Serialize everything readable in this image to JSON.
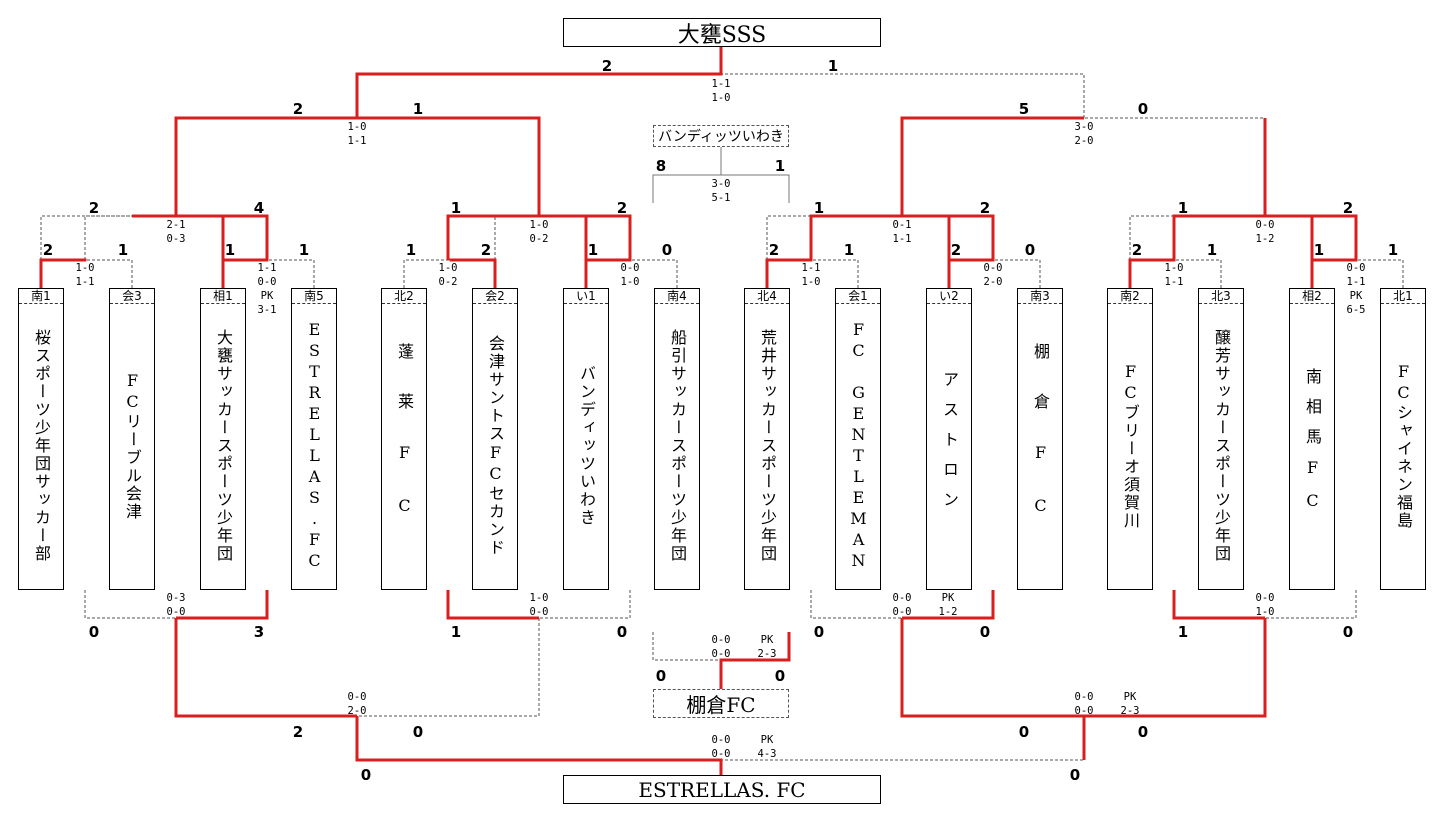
{
  "champion": "大甕SSS",
  "runner_up": "ESTRELLAS. FC",
  "third_place": "棚倉FC",
  "fourth_place": "バンディッツいわき",
  "teams": [
    {
      "code": "南1",
      "name": "桜スポーツ少年団サッカー部"
    },
    {
      "code": "会3",
      "name": "FCリーブル会津"
    },
    {
      "code": "相1",
      "name": "大甕サッカースポーツ少年団"
    },
    {
      "code": "南5",
      "name": "ESTRELLAS.FC"
    },
    {
      "code": "北2",
      "name": "蓬莱FC"
    },
    {
      "code": "会2",
      "name": "会津サントスFCセカンド"
    },
    {
      "code": "い1",
      "name": "バンディッツいわき"
    },
    {
      "code": "南4",
      "name": "船引サッカースポーツ少年団"
    },
    {
      "code": "北4",
      "name": "荒井サッカースポーツ少年団"
    },
    {
      "code": "会1",
      "name": "FC GENTLEMAN"
    },
    {
      "code": "い2",
      "name": "アストロン"
    },
    {
      "code": "南3",
      "name": "棚倉FC"
    },
    {
      "code": "南2",
      "name": "FCブリーオ須賀川"
    },
    {
      "code": "北3",
      "name": "醸芳サッカースポーツ少年団"
    },
    {
      "code": "相2",
      "name": "南相馬FC"
    },
    {
      "code": "北1",
      "name": "FCシャイネン福島"
    }
  ],
  "numbers": [
    "2",
    "1",
    "2",
    "1",
    "5",
    "0",
    "8",
    "1",
    "2",
    "4",
    "1",
    "2",
    "1",
    "2",
    "1",
    "2",
    "2",
    "1",
    "1",
    "1",
    "1",
    "2",
    "1",
    "0",
    "2",
    "1",
    "2",
    "0",
    "2",
    "1",
    "1",
    "1",
    "0",
    "3",
    "1",
    "0",
    "0",
    "0",
    "1",
    "0",
    "0",
    "0",
    "2",
    "0",
    "0",
    "0",
    "0",
    "0"
  ],
  "scores": [
    "1-1\n1-0",
    "1-0\n1-1",
    "3-0\n2-0",
    "3-0\n5-1",
    "2-1\n0-3",
    "1-0\n0-2",
    "0-1\n1-1",
    "0-0\n1-2",
    "1-0\n1-1",
    "1-1\n0-0\nPK\n3-1",
    "1-0\n0-2",
    "0-0\n1-0",
    "1-1\n1-0",
    "0-0\n2-0",
    "1-0\n1-1",
    "0-0\n1-1\nPK\n6-5",
    "0-3\n0-0",
    "1-0\n0-0",
    "0-0\n0-0",
    "PK\n1-2",
    "0-0\n1-0",
    "0-0\n0-0",
    "PK\n2-3",
    "0-0\n2-0",
    "0-0\n0-0",
    "PK\n2-3",
    "0-0\n0-0",
    "PK\n4-3"
  ]
}
